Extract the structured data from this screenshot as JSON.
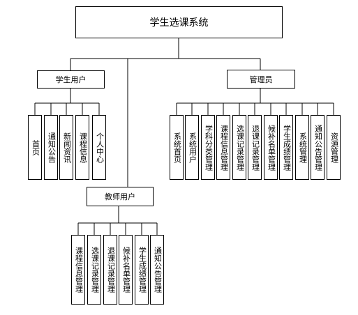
{
  "root": "学生选课系统",
  "groups": [
    {
      "title": "学生用户",
      "items": [
        "首页",
        "通知公告",
        "新闻资讯",
        "课程信息",
        "个人中心"
      ]
    },
    {
      "title": "管理员",
      "items": [
        "系统首页",
        "系统用户",
        "学科分类管理",
        "课程信息管理",
        "选课记录管理",
        "退课记录管理",
        "候补名单管理",
        "学生成绩管理",
        "系统管理",
        "通知公告管理",
        "资源管理"
      ]
    },
    {
      "title": "教师用户",
      "items": [
        "课程信息管理",
        "选课记录管理",
        "退课记录管理",
        "候补名单管理",
        "学生成绩管理",
        "通知公告管理"
      ]
    }
  ]
}
